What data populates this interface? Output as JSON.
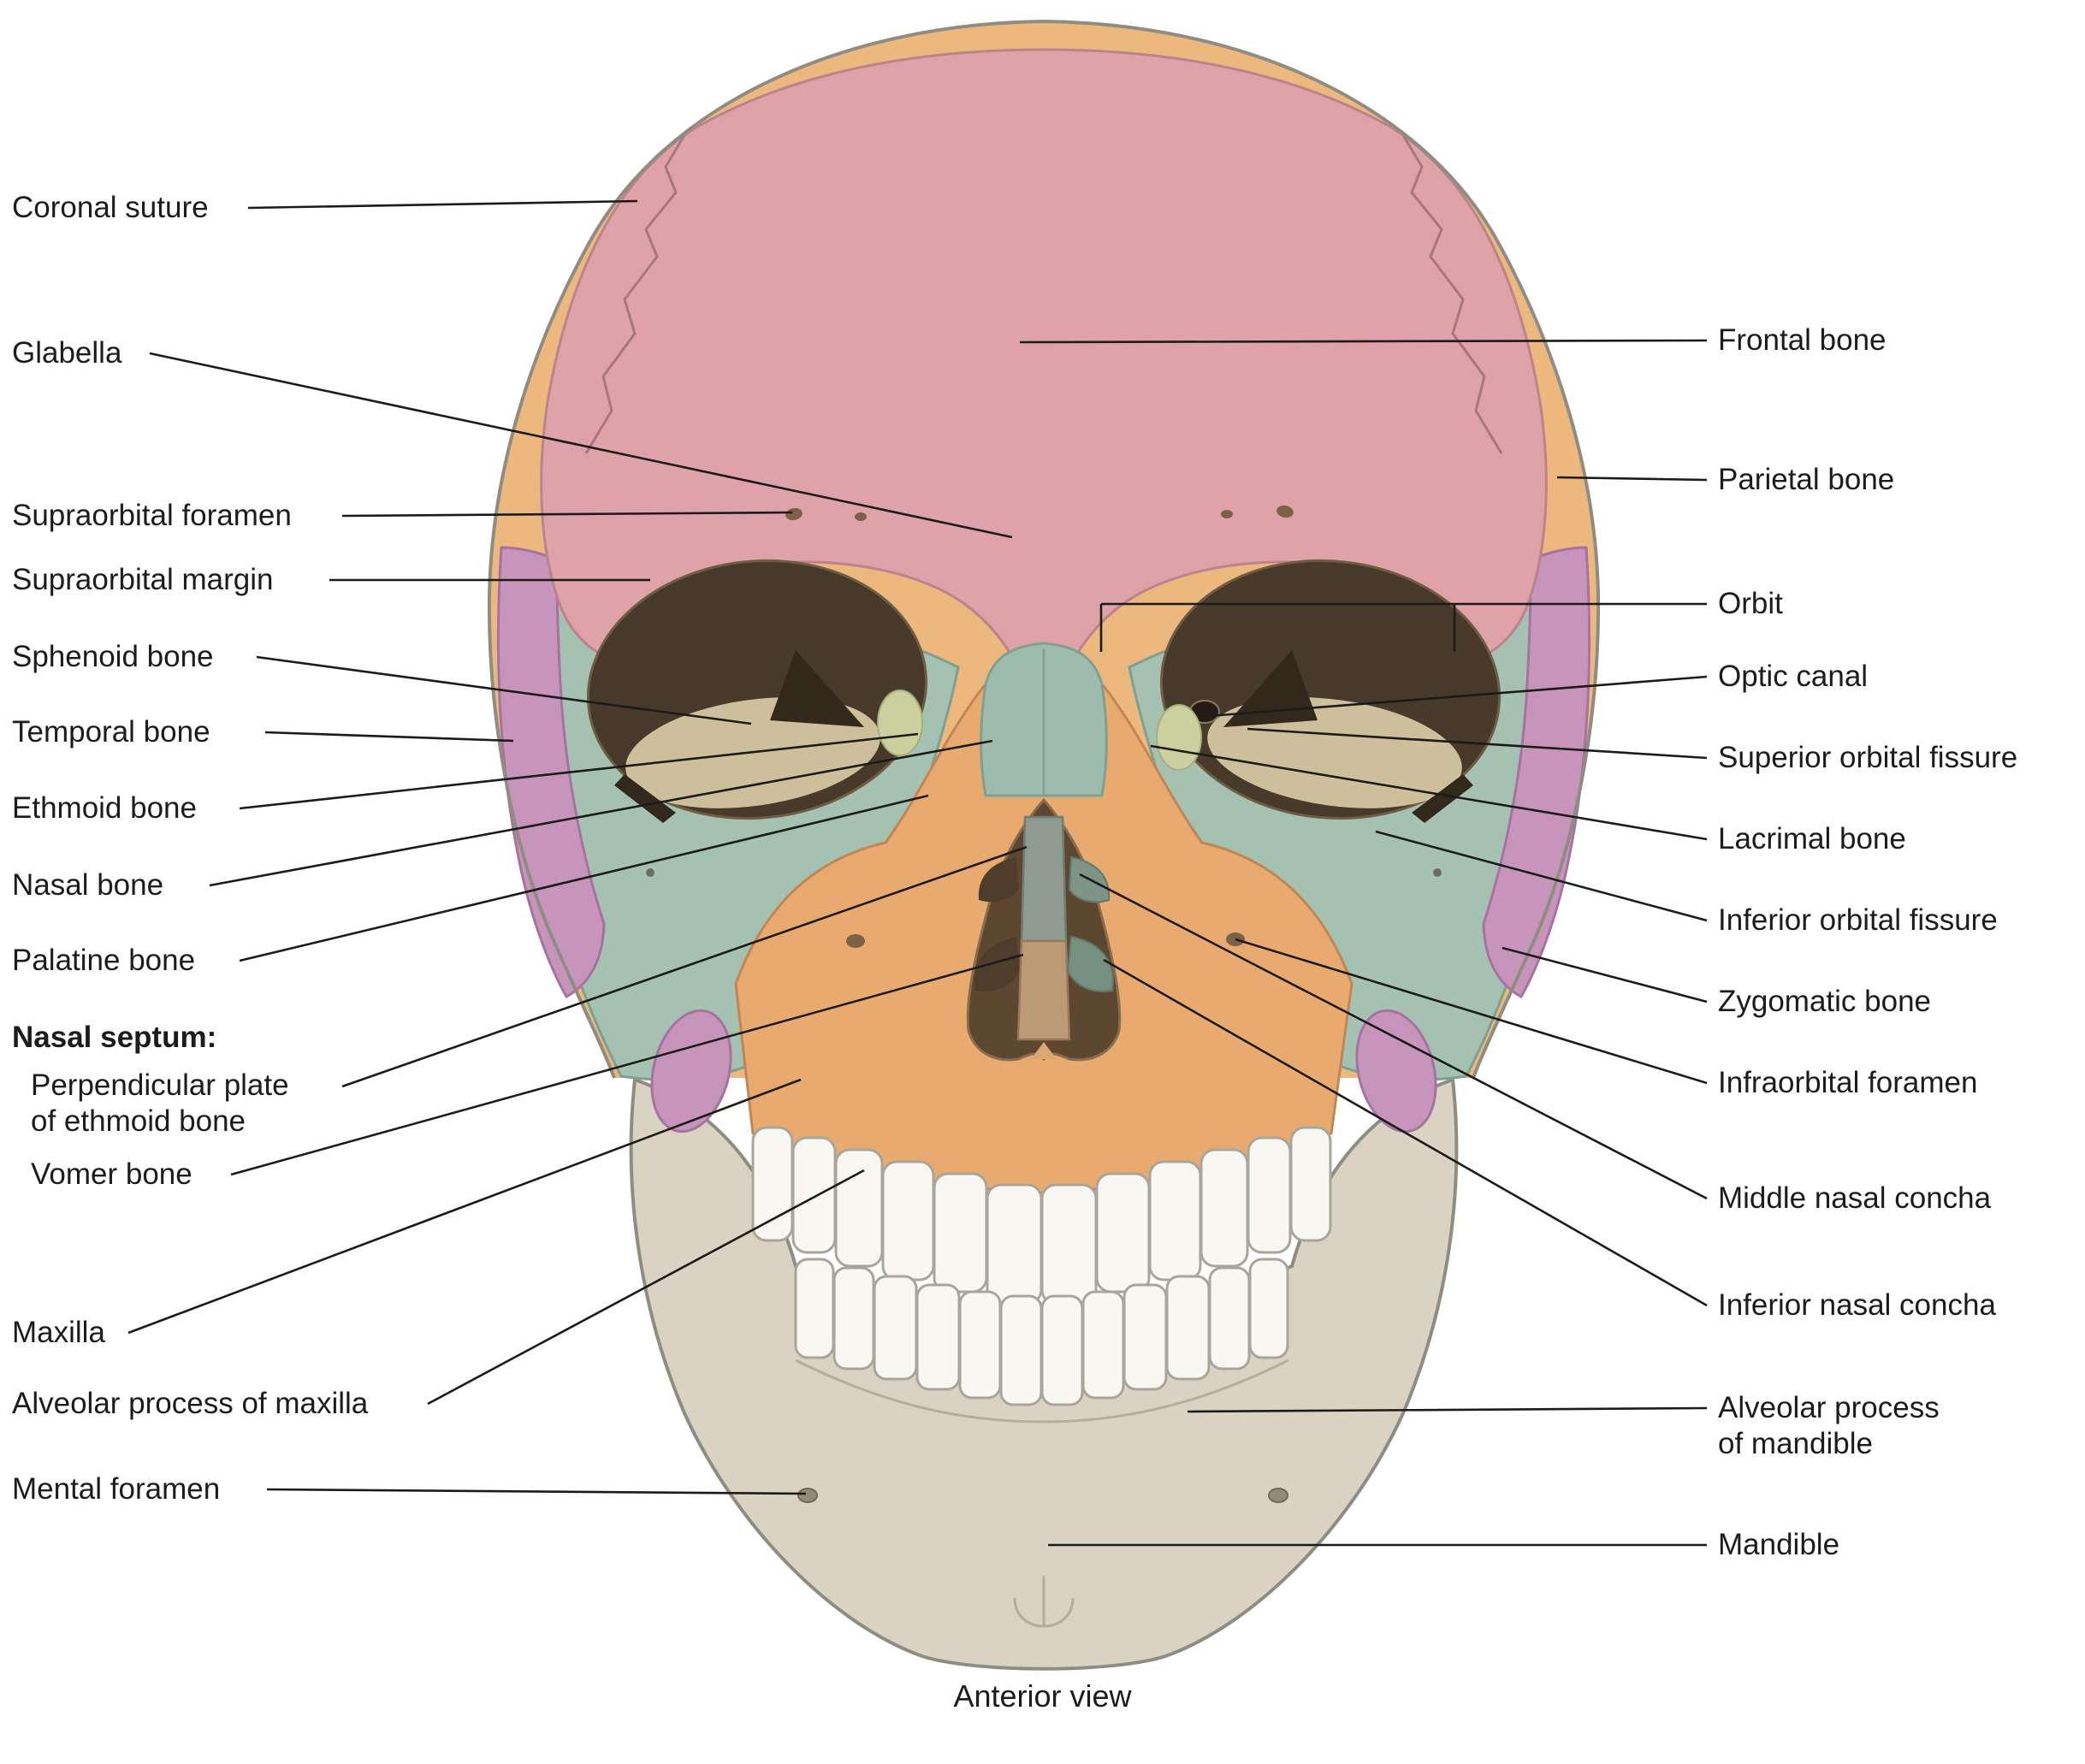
{
  "caption": "Anterior view",
  "labels": {
    "left": [
      {
        "line1": "Coronal suture"
      },
      {
        "line1": "Glabella"
      },
      {
        "line1": "Supraorbital foramen"
      },
      {
        "line1": "Supraorbital margin"
      },
      {
        "line1": "Sphenoid bone"
      },
      {
        "line1": "Temporal bone"
      },
      {
        "line1": "Ethmoid bone"
      },
      {
        "line1": "Nasal bone"
      },
      {
        "line1": "Palatine bone"
      },
      {
        "line1": "Nasal septum:"
      },
      {
        "line1": "Perpendicular plate",
        "line2": "of ethmoid bone"
      },
      {
        "line1": "Vomer bone"
      },
      {
        "line1": "Maxilla"
      },
      {
        "line1": "Alveolar process of maxilla"
      },
      {
        "line1": "Mental foramen"
      }
    ],
    "right": [
      {
        "line1": "Frontal bone"
      },
      {
        "line1": "Parietal bone"
      },
      {
        "line1": "Orbit"
      },
      {
        "line1": "Optic canal"
      },
      {
        "line1": "Superior orbital fissure"
      },
      {
        "line1": "Lacrimal bone"
      },
      {
        "line1": "Inferior orbital fissure"
      },
      {
        "line1": "Zygomatic bone"
      },
      {
        "line1": "Infraorbital foramen"
      },
      {
        "line1": "Middle nasal concha"
      },
      {
        "line1": "Inferior nasal concha"
      },
      {
        "line1": "Alveolar process",
        "line2": "of mandible"
      },
      {
        "line1": "Mandible"
      }
    ]
  },
  "colors": {
    "frontal_bone": "#dfa2a8",
    "parietal_bone": "#ecb87e",
    "temporal_bone": "#c795bb",
    "sphenoid_zygomatic": "#a5c1b2",
    "maxilla": "#e9aa70",
    "mandible": "#dad3c3",
    "orbit_interior": "#483a2a",
    "nasal_cavity": "#5e4730",
    "teeth": "#f8f7f2",
    "leader_line": "#1b1b19"
  }
}
